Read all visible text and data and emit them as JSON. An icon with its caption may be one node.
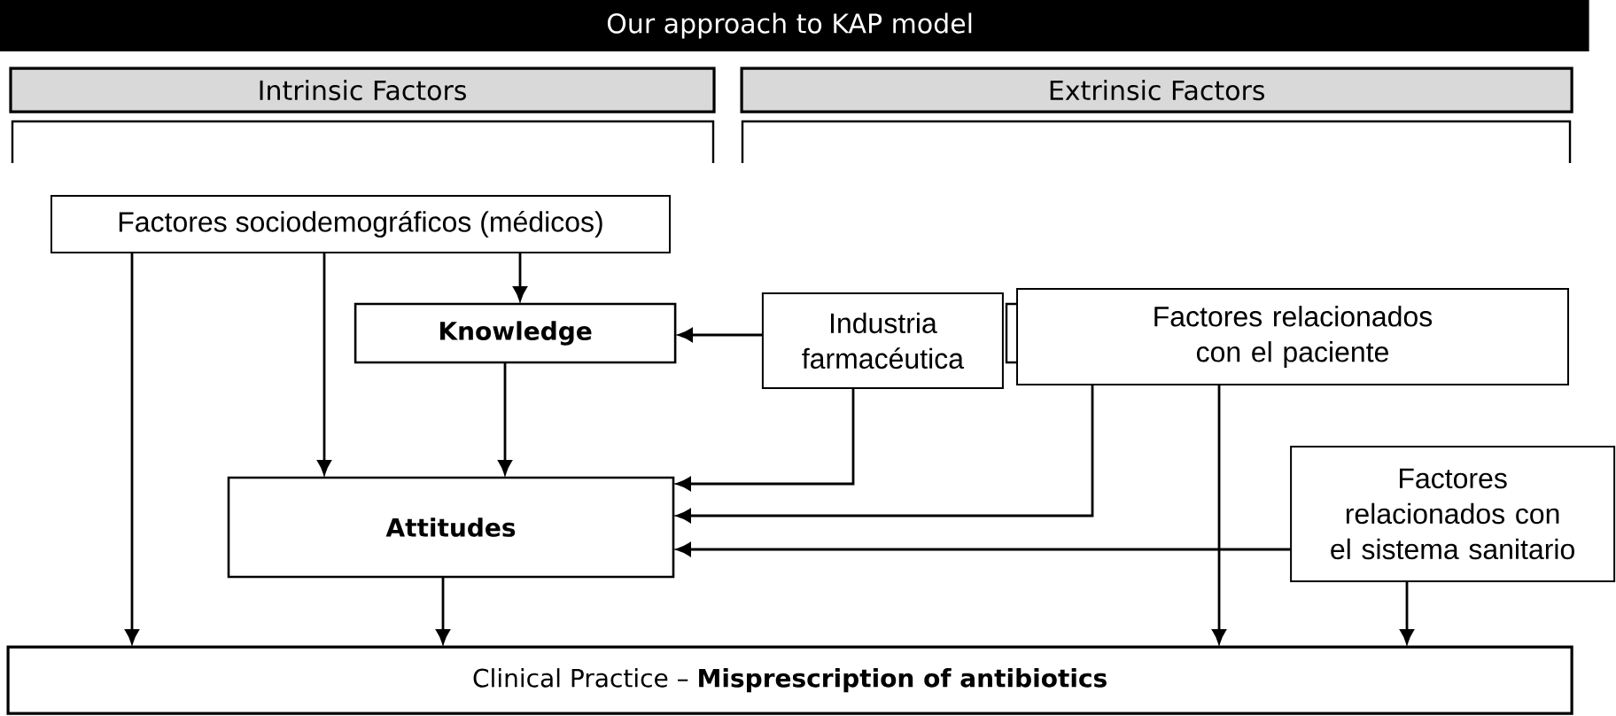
{
  "diagram": {
    "title": "Our approach to KAP model",
    "nodes": [
      {
        "text": [
          "Intrinsic Factors"
        ]
      },
      {
        "text": [
          "Extrinsic Factors"
        ]
      },
      {
        "text": [
          "Factores sociodemográficos (médicos)"
        ]
      },
      {
        "text": [
          "Knowledge"
        ]
      },
      {
        "text": [
          "Industria farmacéutica"
        ]
      },
      {
        "text": [
          "Factores relacionados con el paciente"
        ]
      },
      {
        "text": [
          "Attitudes"
        ]
      },
      {
        "text": [
          "Factores relacionados con el sistema sanitario"
        ]
      },
      {
        "text": [
          "Clinical Practice – **Misprescription of antibiotics**"
        ]
      }
    ],
    "edges": [
      {
        "from": 2,
        "to": 8,
        "arrow": "to"
      },
      {
        "from": 2,
        "to": 6,
        "arrow": "to"
      },
      {
        "from": 2,
        "to": 3,
        "arrow": "to"
      },
      {
        "from": 3,
        "to": 6,
        "arrow": "to"
      },
      {
        "from": 6,
        "to": 8,
        "arrow": "to"
      },
      {
        "from": 4,
        "to": 3,
        "arrow": "to"
      },
      {
        "from": 4,
        "to": 6,
        "arrow": "to"
      },
      {
        "from": 5,
        "to": 6,
        "arrow": "to"
      },
      {
        "from": 7,
        "to": 6,
        "arrow": "to"
      },
      {
        "from": 5,
        "to": 8,
        "arrow": "to"
      },
      {
        "from": 7,
        "to": 8,
        "arrow": "to"
      }
    ]
  }
}
